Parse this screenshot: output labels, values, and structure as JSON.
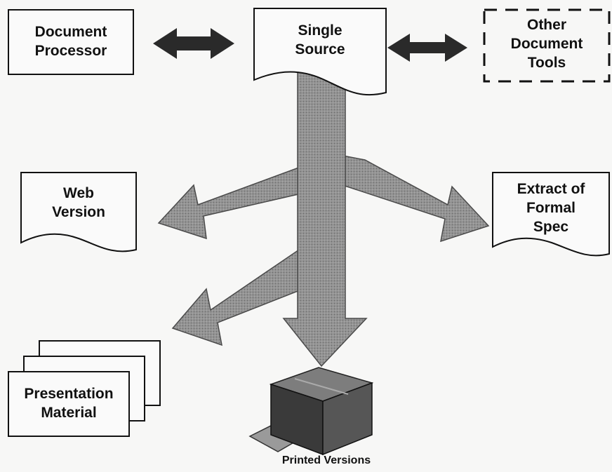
{
  "nodes": {
    "document_processor": {
      "lines": [
        "Document",
        "Processor"
      ]
    },
    "single_source": {
      "lines": [
        "Single",
        "Source"
      ]
    },
    "other_tools": {
      "lines": [
        "Other",
        "Document",
        "Tools"
      ]
    },
    "web_version": {
      "lines": [
        "Web",
        "Version"
      ]
    },
    "formal_spec": {
      "lines": [
        "Extract of",
        "Formal",
        "Spec"
      ]
    },
    "presentation": {
      "lines": [
        "Presentation",
        "Material"
      ]
    },
    "printed": {
      "label": "Printed Versions"
    }
  },
  "colors": {
    "background": "#f7f7f6",
    "box_stroke": "#111111",
    "arrow_fill": "#8c8c8c",
    "arrow_stroke": "#4a4a4a",
    "double_arrow": "#2a2a2a"
  }
}
